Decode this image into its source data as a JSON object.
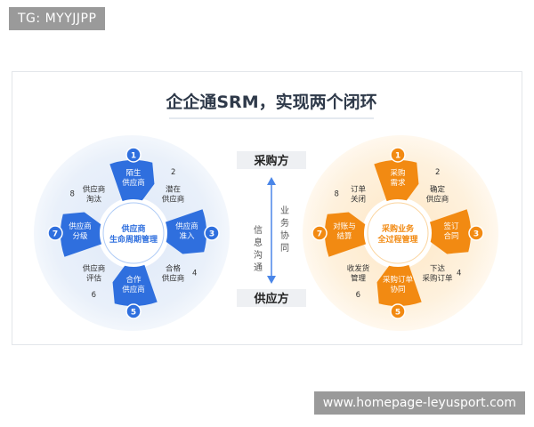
{
  "watermark_top": "TG: MYYJJPP",
  "watermark_bottom": "www.homepage-leyusport.com",
  "title": "企企通SRM，实现两个闭环",
  "center": {
    "purchaser": "采购方",
    "supplier": "供应方",
    "right_note": [
      "业",
      "务",
      "协",
      "同"
    ],
    "left_note": [
      "信",
      "息",
      "沟",
      "通"
    ]
  },
  "left_cycle": {
    "center_lines": [
      "供应商",
      "生命周期管理"
    ],
    "stages": [
      {
        "num": "1",
        "lines": [
          "陌生",
          "供应商"
        ],
        "filled": true
      },
      {
        "num": "2",
        "lines": [
          "潜在",
          "供应商"
        ],
        "filled": false
      },
      {
        "num": "3",
        "lines": [
          "供应商",
          "准入"
        ],
        "filled": true
      },
      {
        "num": "4",
        "lines": [
          "合格",
          "供应商"
        ],
        "filled": false
      },
      {
        "num": "5",
        "lines": [
          "合作",
          "供应商"
        ],
        "filled": true
      },
      {
        "num": "6",
        "lines": [
          "供应商",
          "评估"
        ],
        "filled": false
      },
      {
        "num": "7",
        "lines": [
          "供应商",
          "分级"
        ],
        "filled": true
      },
      {
        "num": "8",
        "lines": [
          "供应商",
          "淘汰"
        ],
        "filled": false
      }
    ]
  },
  "right_cycle": {
    "center_lines": [
      "采购业务",
      "全过程管理"
    ],
    "stages": [
      {
        "num": "1",
        "lines": [
          "采购",
          "需求"
        ],
        "filled": true
      },
      {
        "num": "2",
        "lines": [
          "确定",
          "供应商"
        ],
        "filled": false
      },
      {
        "num": "3",
        "lines": [
          "签订",
          "合同"
        ],
        "filled": true
      },
      {
        "num": "4",
        "lines": [
          "下达",
          "采购订单"
        ],
        "filled": false
      },
      {
        "num": "5",
        "lines": [
          "采购订单",
          "协同"
        ],
        "filled": true
      },
      {
        "num": "6",
        "lines": [
          "收发货",
          "管理"
        ],
        "filled": false
      },
      {
        "num": "7",
        "lines": [
          "对账与",
          "结算"
        ],
        "filled": true
      },
      {
        "num": "8",
        "lines": [
          "订单",
          "关闭"
        ],
        "filled": false
      }
    ]
  },
  "colors": {
    "blue": "#2f6fde",
    "blue_light": "#5b95ee",
    "orange": "#f28a12",
    "orange_light": "#f7a93c",
    "title": "#2f3a4a"
  }
}
